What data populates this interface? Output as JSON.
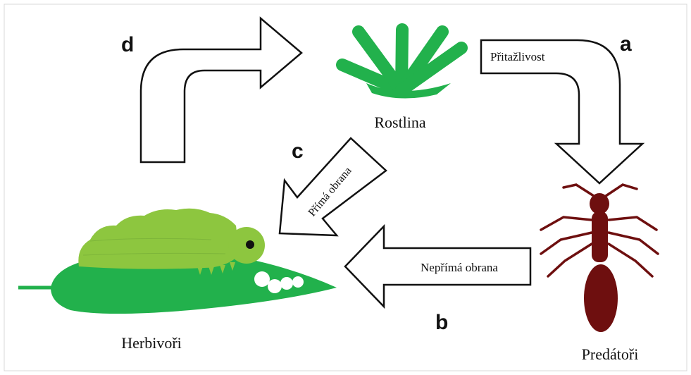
{
  "diagram": {
    "nodes": {
      "plant": {
        "label": "Rostlina",
        "color": "#22b14c"
      },
      "herbivore": {
        "label": "Herbivoři",
        "caterpillar_color": "#8dc63f",
        "leaf_color": "#22b14c"
      },
      "predator": {
        "label": "Predátoři",
        "color": "#6e0f0f"
      }
    },
    "arrows": {
      "a": {
        "letter": "a",
        "label": "Přitažlivost"
      },
      "b": {
        "letter": "b",
        "label": "Nepřímá obrana"
      },
      "c": {
        "letter": "c",
        "label": "Přímá obrana"
      },
      "d": {
        "letter": "d"
      }
    }
  }
}
